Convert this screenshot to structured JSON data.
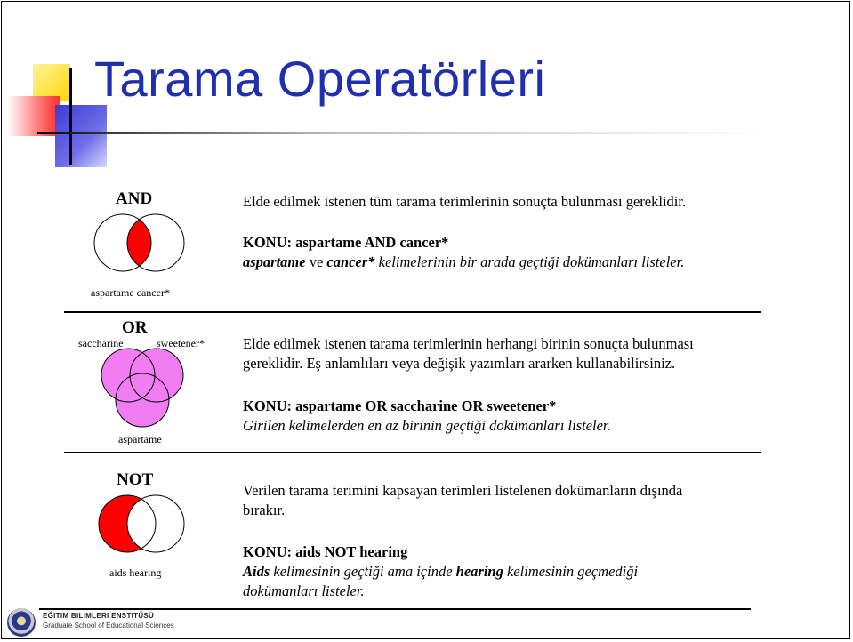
{
  "slide": {
    "title": "Tarama Operatörleri"
  },
  "and_op": {
    "label": "AND",
    "venn_caption": "aspartame   cancer*",
    "description": "Elde edilmek istenen tüm tarama terimlerinin sonuçta bulunması gereklidir.",
    "example_query": "KONU: aspartame AND cancer*",
    "result_term1": "aspartame",
    "result_mid": " ve ",
    "result_term2": "cancer*",
    "result_rest": " kelimelerinin bir arada geçtiği dokümanları listeler."
  },
  "or_op": {
    "label": "OR",
    "venn_left": "saccharine",
    "venn_right": "sweetener*",
    "venn_bottom": "aspartame",
    "description_line1": "Elde edilmek istenen tarama terimlerinin herhangi birinin sonuçta bulunması",
    "description_line2": "gereklidir. Eş anlamlıları veya değişik yazımları ararken kullanabilirsiniz.",
    "example_query": "KONU: aspartame OR saccharine OR sweetener*",
    "result": "Girilen kelimelerden en az birinin geçtiği dokümanları listeler."
  },
  "not_op": {
    "label": "NOT",
    "venn_caption": "aids   hearing",
    "description_line1": "Verilen tarama terimini kapsayan terimleri listelenen dokümanların dışında",
    "description_line2": "bırakır.",
    "example_query": "KONU: aids NOT hearing",
    "result_term1": "Aids",
    "result_mid": " kelimesinin geçtiği ama içinde ",
    "result_term2": "hearing",
    "result_rest": " kelimesinin geçmediği",
    "result_line2": "dokümanları listeler."
  },
  "footer": {
    "institute": "EĞITIM BILIMLERI ENSTITÜSÜ",
    "institute_en": "Graduate School of Educational Sciences"
  },
  "colors": {
    "title": "#1f2fae",
    "and_fill": "#ff0000",
    "or_fill": "#f27df2",
    "not_fill": "#ff0000"
  }
}
